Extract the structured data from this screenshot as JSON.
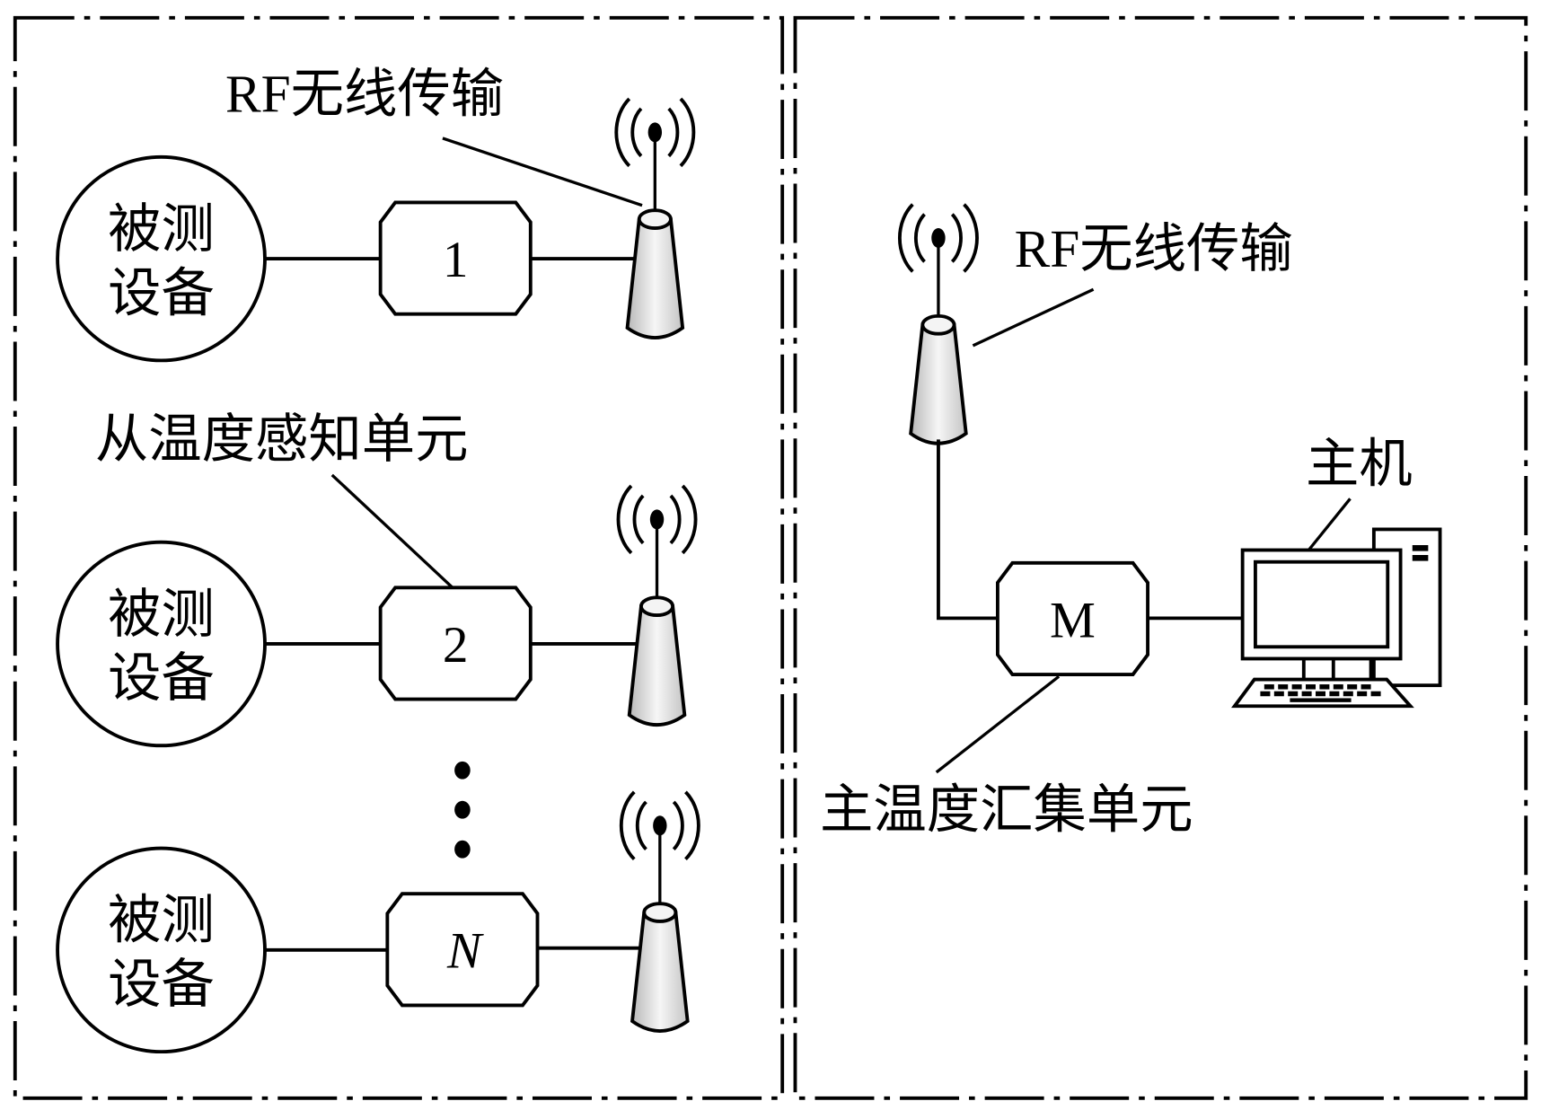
{
  "left_panel": {
    "name": "slave-sensing-side",
    "rf_label": "RF无线传输",
    "unit_label": "从温度感知单元",
    "rows": [
      {
        "device_line1": "被测",
        "device_line2": "设备",
        "unit_id": "1",
        "italic": false
      },
      {
        "device_line1": "被测",
        "device_line2": "设备",
        "unit_id": "2",
        "italic": false
      },
      {
        "device_line1": "被测",
        "device_line2": "设备",
        "unit_id": "N",
        "italic": true
      }
    ],
    "ellipsis": "⋮"
  },
  "right_panel": {
    "name": "master-side",
    "rf_label": "RF无线传输",
    "master_id": "M",
    "master_label": "主温度汇集单元",
    "host_label": "主机"
  },
  "colors": {
    "line": "#000000",
    "antenna_fill_light": "#f4f4f4",
    "antenna_fill_dark": "#bdbdbd",
    "background": "#ffffff"
  }
}
